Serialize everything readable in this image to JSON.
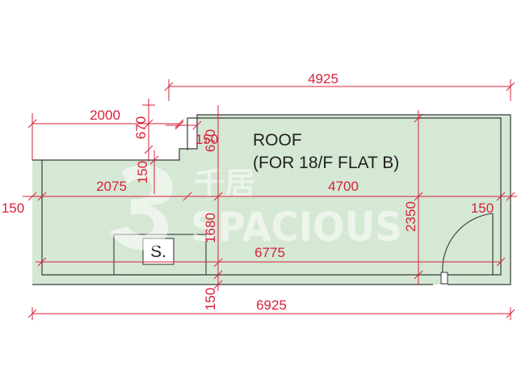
{
  "room": {
    "label_line1": "ROOF",
    "label_line2": "(FOR 18/F FLAT B)",
    "fixture_label": "S."
  },
  "watermark": {
    "text_cn": "千居",
    "text_en": "SPACIOUS"
  },
  "dimensions": {
    "top_overall": "4925",
    "top_left": "2000",
    "step_vertical": "670",
    "step_vertical_right": "670",
    "step_horizontal": "150",
    "notch_wall": "150",
    "left_inner_width": "2075",
    "right_inner_width": "4700",
    "left_wall": "150",
    "right_wall": "150",
    "inner_height_mid": "1680",
    "inner_height_right": "2350",
    "inner_width": "6775",
    "bottom_wall": "150",
    "overall_width": "6925"
  },
  "colors": {
    "floor_fill": "#d5e8d4",
    "wall_stroke": "#3a3a3a",
    "dimension": "#d8203a",
    "watermark": "#ffffff"
  }
}
